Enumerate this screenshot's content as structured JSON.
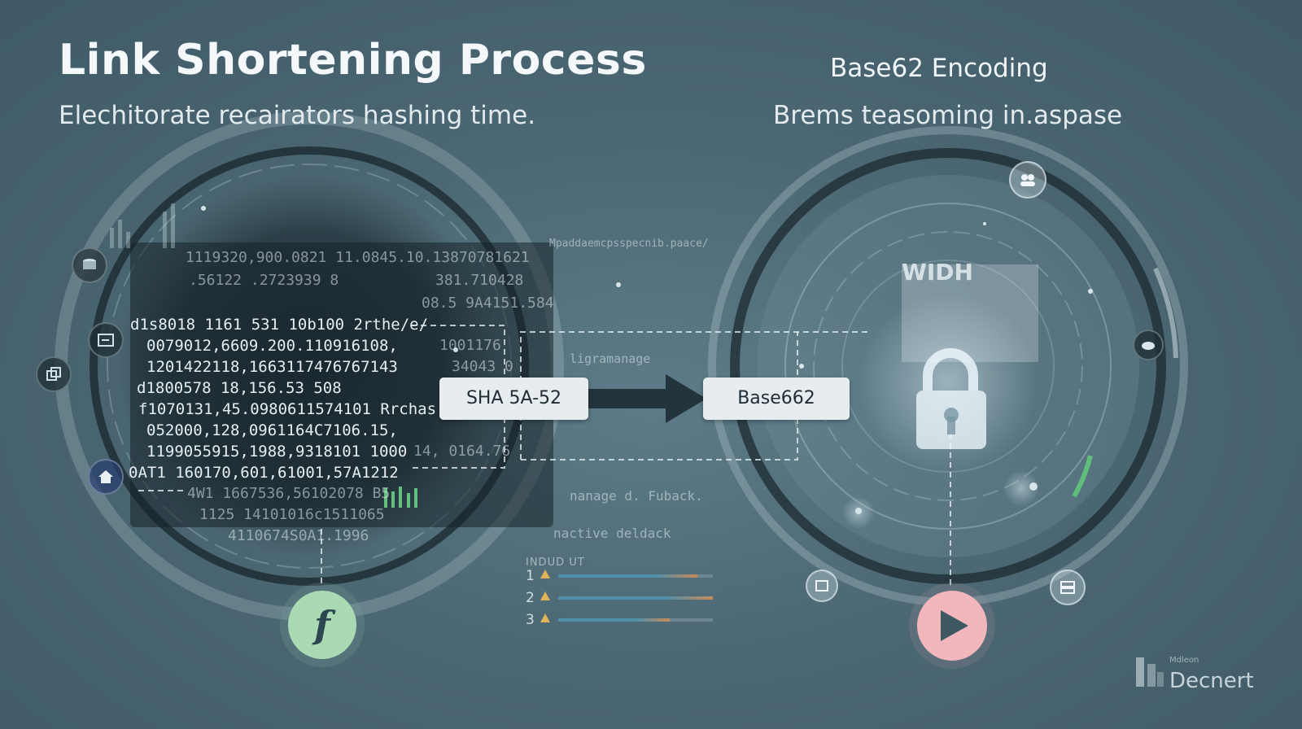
{
  "header": {
    "title": "Link Shortening Process",
    "subtitle": "Elechitorate recairators hashing time.",
    "right_title": "Base62 Encoding",
    "right_subtitle": "Brems teasoming in.aspase"
  },
  "hash_data": {
    "faint_lines": [
      "1119320,900.0821 11.0845.10.13870781621",
      ".56122 .2723939 8",
      "381.710428",
      "08.5 9A4151.584"
    ],
    "lines": [
      "d1s8018 1161 531 10b100 2rthe/e/",
      "0079012,6609.200.110916108,",
      "1201422118,1663117476767143",
      "d1800578 18,156.53      508",
      "f1070131,45.0980611574101 Rrchas",
      "052000,128,0961164C7106.15,",
      "1199055915,1988,9318101 1000",
      "0AT1 160170,601,61001,57A1212",
      "4W1 1667536,56102078 B5",
      "1125 14101016c1511065",
      "4110674S0A1.1996"
    ],
    "right_fragments": [
      "1001176",
      "34043 0",
      "14, 0164.76"
    ]
  },
  "process": {
    "hash_label": "SHA 5A-52",
    "encode_label": "Base662"
  },
  "secure_panel": {
    "doc_label": "WIDH"
  },
  "background_text": {
    "top_line": "Mpaddaemcpsspecnib.paace/",
    "mid_line": "ligramanage",
    "lower_1": "nanage d. Fuback.",
    "lower_2": "nactive deldack"
  },
  "input_list": {
    "title": "INDUD UT",
    "rows": [
      {
        "num": "1",
        "fill": 0.9
      },
      {
        "num": "2",
        "fill": 1.0
      },
      {
        "num": "3",
        "fill": 0.72
      }
    ]
  },
  "buttons": {
    "f_glyph": "f"
  },
  "logo": {
    "small": "Mdleon",
    "name": "Decnert"
  },
  "colors": {
    "accent_green": "#a9dab4",
    "accent_pink": "#f1b7bc",
    "bar_blue": "#4f8fa8",
    "bar_orange": "#c98a5a",
    "box_fill": "#e7ecef"
  }
}
